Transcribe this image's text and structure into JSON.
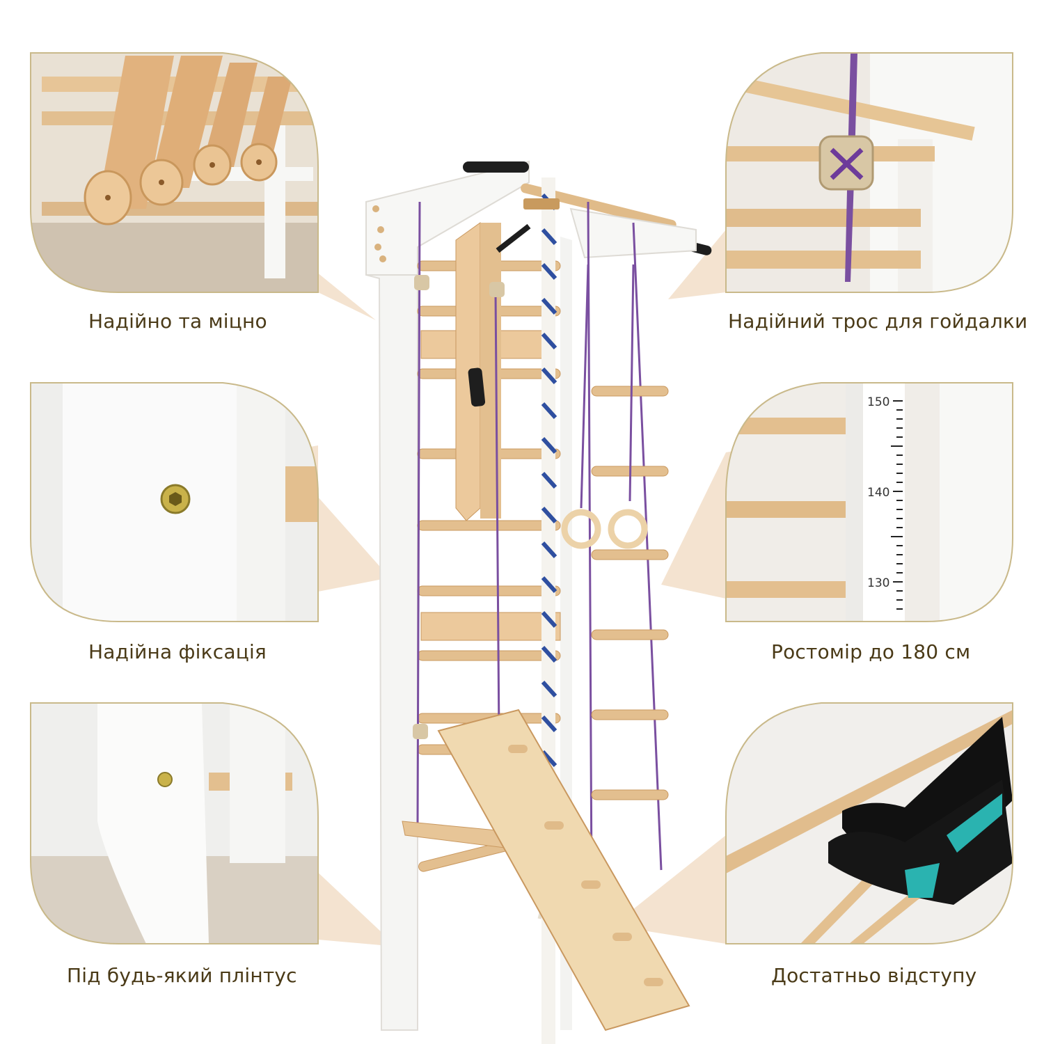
{
  "captions": [
    "Надійно та міцно",
    "Надійний трос для гойдалки",
    "Надійна фіксація",
    "Ростомір до 180 см",
    "Під будь-який плінтус",
    "Достатньо відступу"
  ],
  "ruler_labels": [
    "150",
    "140",
    "130"
  ],
  "colors": {
    "caption_text": "#4a3a17",
    "panel_border": "#c9b98a",
    "pointer_fill": "#f4e3d0",
    "wood": "#e3bf8f",
    "frame_white": "#f5f5f3",
    "rope_purple": "#7a4fa0",
    "rope_blue": "#2f4fa0"
  }
}
